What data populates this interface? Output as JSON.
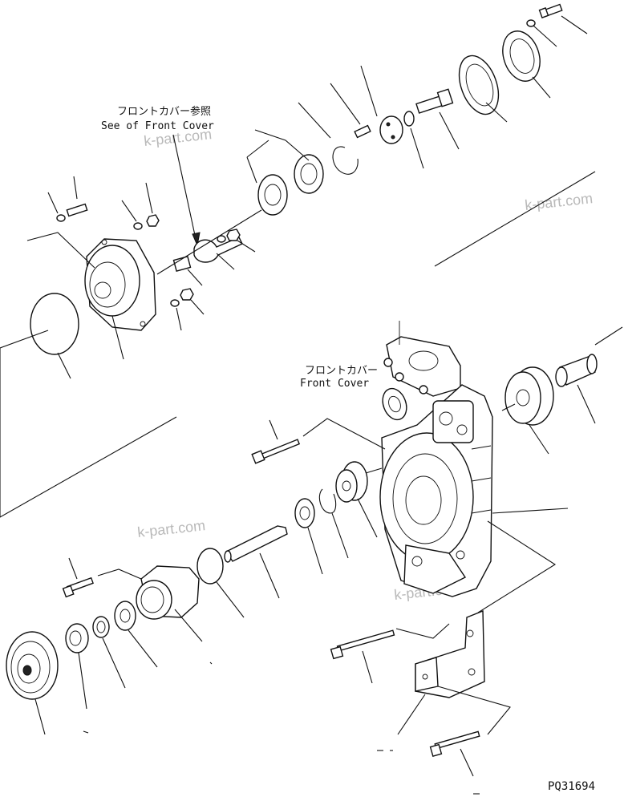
{
  "labels": {
    "front_cover_ref_jp": "フロントカバー参照",
    "front_cover_ref_en": "See of Front Cover",
    "front_cover_jp": "フロントカバー",
    "front_cover_en": "Front Cover"
  },
  "watermark": {
    "text": "k-part.com"
  },
  "drawing_code": "PQ31694"
}
